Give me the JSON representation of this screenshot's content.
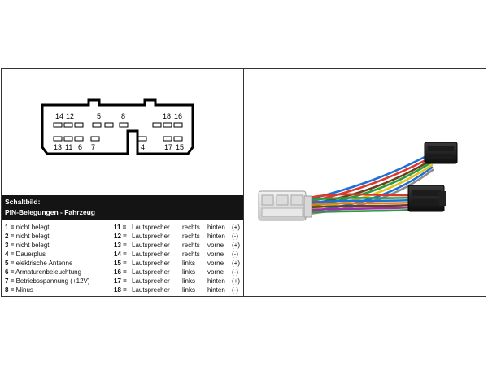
{
  "diagram": {
    "top_labels": [
      "14",
      "12",
      "5",
      "8",
      "18",
      "16"
    ],
    "bottom_labels": [
      "13",
      "11",
      "6",
      "7",
      "4",
      "17",
      "15"
    ]
  },
  "caption": {
    "line1": "Schaltbild:",
    "line2": "PIN-Belegungen - Fahrzeug"
  },
  "pins_left": [
    {
      "num": "1 =",
      "desc": "nicht belegt"
    },
    {
      "num": "2 =",
      "desc": "nicht belegt"
    },
    {
      "num": "3 =",
      "desc": "nicht belegt"
    },
    {
      "num": "4 =",
      "desc": "Dauerplus"
    },
    {
      "num": "5 =",
      "desc": "elektrische Antenne"
    },
    {
      "num": "6 =",
      "desc": "Armaturenbeleuchtung"
    },
    {
      "num": "7 =",
      "desc": "Betriebsspannung (+12V)"
    },
    {
      "num": "8 =",
      "desc": "Minus"
    }
  ],
  "pins_right": [
    {
      "num": "11 =",
      "type": "Lautsprecher",
      "side": "rechts",
      "pos": "hinten",
      "pol": "(+)"
    },
    {
      "num": "12 =",
      "type": "Lautsprecher",
      "side": "rechts",
      "pos": "hinten",
      "pol": "(-)"
    },
    {
      "num": "13 =",
      "type": "Lautsprecher",
      "side": "rechts",
      "pos": "vorne",
      "pol": "(+)"
    },
    {
      "num": "14 =",
      "type": "Lautsprecher",
      "side": "rechts",
      "pos": "vorne",
      "pol": "(-)"
    },
    {
      "num": "15 =",
      "type": "Lautsprecher",
      "side": "links",
      "pos": "vorne",
      "pol": "(+)"
    },
    {
      "num": "16 =",
      "type": "Lautsprecher",
      "side": "links",
      "pos": "vorne",
      "pol": "(-)"
    },
    {
      "num": "17 =",
      "type": "Lautsprecher",
      "side": "links",
      "pos": "hinten",
      "pol": "(+)"
    },
    {
      "num": "18 =",
      "type": "Lautsprecher",
      "side": "links",
      "pos": "hinten",
      "pol": "(-)"
    }
  ]
}
